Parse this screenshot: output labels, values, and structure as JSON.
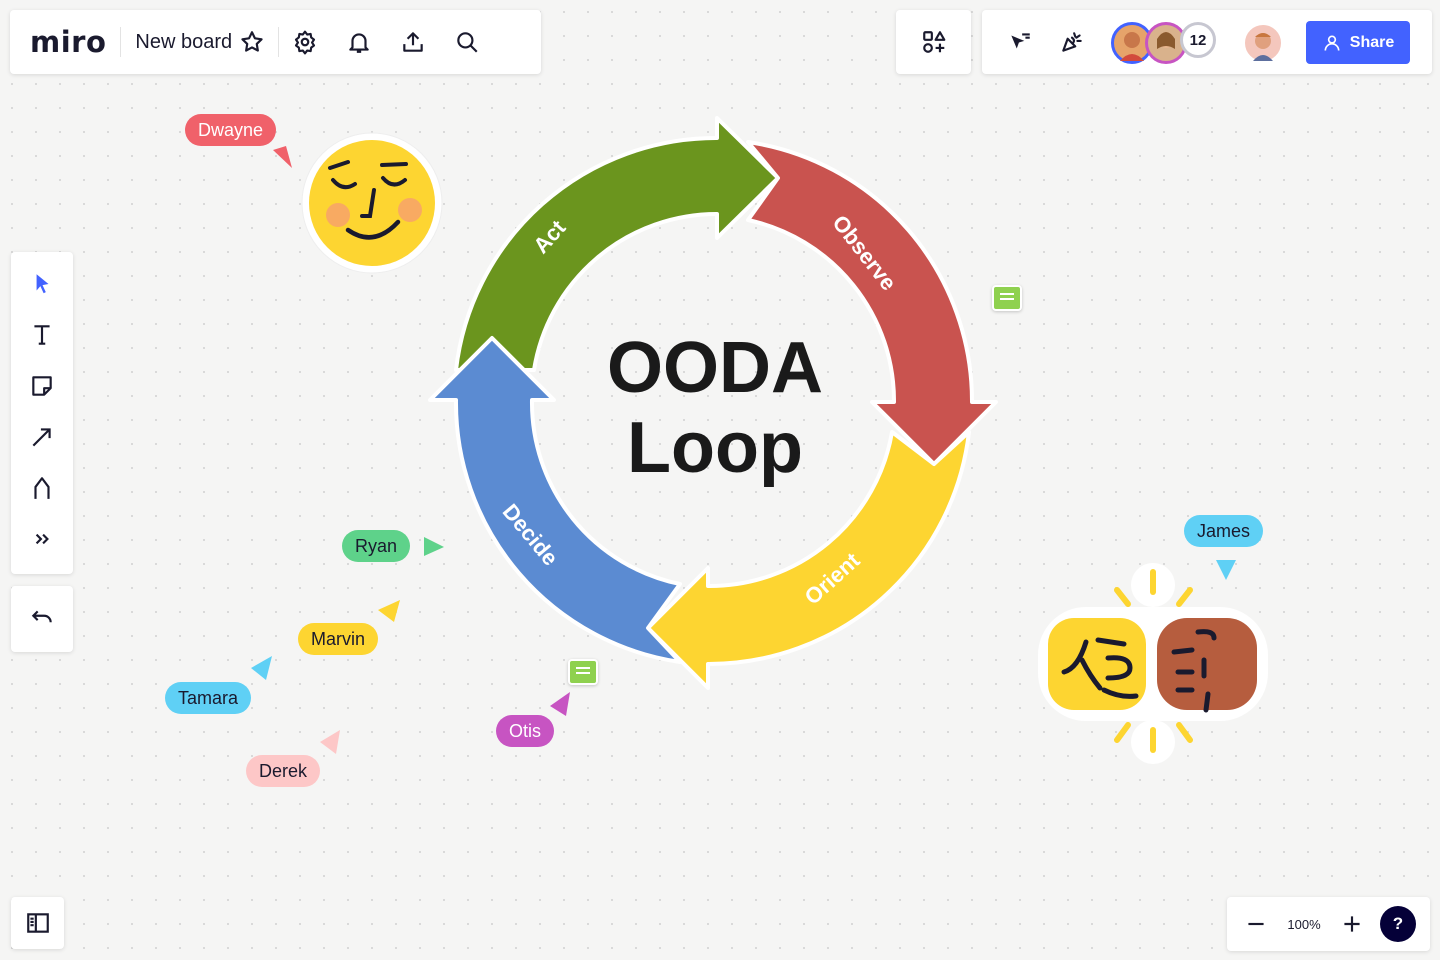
{
  "app": {
    "logo": "miro",
    "board_title": "New board"
  },
  "toolbar_top": {
    "icons": [
      "star-icon",
      "gear-icon",
      "bell-icon",
      "upload-icon",
      "search-icon"
    ]
  },
  "collaboration": {
    "participant_count": "12",
    "share_label": "Share"
  },
  "left_tools": [
    "cursor-icon",
    "text-icon",
    "sticky-note-icon",
    "arrow-icon",
    "pen-icon",
    "more-tools-icon"
  ],
  "zoom": {
    "level": "100%"
  },
  "help": {
    "label": "?"
  },
  "diagram": {
    "title_line1": "OODA",
    "title_line2": "Loop",
    "stages": [
      {
        "label": "Observe",
        "color": "#c9534f"
      },
      {
        "label": "Orient",
        "color": "#fdd531"
      },
      {
        "label": "Decide",
        "color": "#5b8bd2"
      },
      {
        "label": "Act",
        "color": "#6b951e"
      }
    ]
  },
  "cursors": [
    {
      "name": "Dwayne",
      "color": "#f0616a"
    },
    {
      "name": "James",
      "color": "#5fd0f5"
    },
    {
      "name": "Ryan",
      "color": "#5ed28a"
    },
    {
      "name": "Marvin",
      "color": "#fdd531"
    },
    {
      "name": "Tamara",
      "color": "#5fd0f5"
    },
    {
      "name": "Derek",
      "color": "#fdc7c7"
    },
    {
      "name": "Otis",
      "color": "#c754c2"
    }
  ],
  "colors": {
    "accent": "#4262ff",
    "comment": "#8fd14f"
  }
}
